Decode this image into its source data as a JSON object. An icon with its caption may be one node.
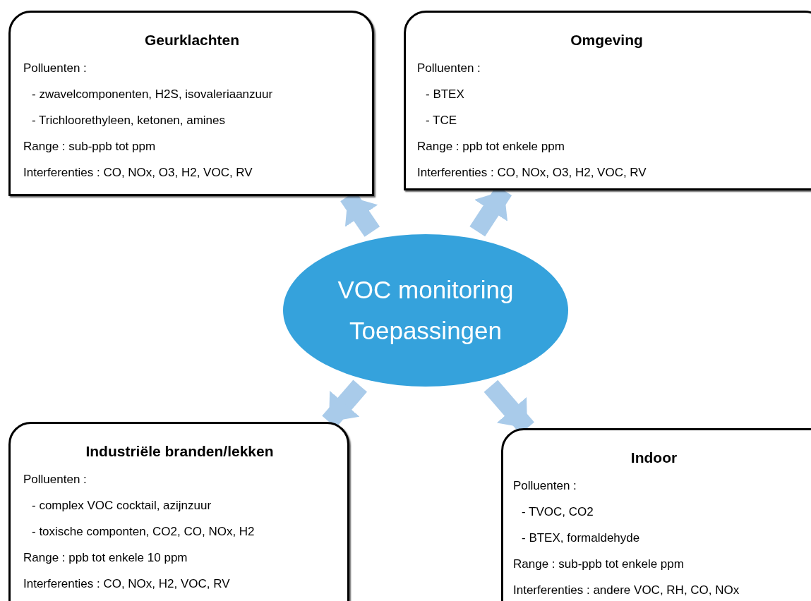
{
  "diagram": {
    "nodes": [
      {
        "text": [
          "Geurklachten",
          "Polluenten :",
          "- zwavelcomponenten, H2S, isovaleriaanzuur",
          "- Trichloorethyleen, ketonen, amines",
          "Range : sub-ppb tot ppm",
          "Interferenties : CO, NOx, O3, H2, VOC, RV"
        ]
      },
      {
        "text": [
          "Omgeving",
          "Polluenten :",
          "- BTEX",
          "- TCE",
          "Range : ppb tot enkele ppm",
          "Interferenties : CO, NOx, O3, H2, VOC, RV"
        ]
      },
      {
        "text": [
          "VOC monitoring Toepassingen"
        ]
      },
      {
        "text": [
          "Industriële branden/lekken",
          "Polluenten :",
          "- complex VOC cocktail, azijnzuur",
          "- toxische componten, CO2, CO, NOx, H2",
          "Range : ppb tot enkele 10 ppm",
          "Interferenties : CO, NOx, H2, VOC, RV"
        ]
      },
      {
        "text": [
          "Indoor",
          "Polluenten :",
          "- TVOC, CO2",
          "- BTEX, formaldehyde",
          "Range : sub-ppb tot enkele ppm",
          "Interferenties : andere VOC, RH, CO, NOx"
        ]
      }
    ],
    "edges": [
      {
        "from": 2,
        "to": 0,
        "arrow": "to"
      },
      {
        "from": 2,
        "to": 1,
        "arrow": "to"
      },
      {
        "from": 2,
        "to": 3,
        "arrow": "to"
      },
      {
        "from": 2,
        "to": 4,
        "arrow": "to"
      }
    ]
  }
}
